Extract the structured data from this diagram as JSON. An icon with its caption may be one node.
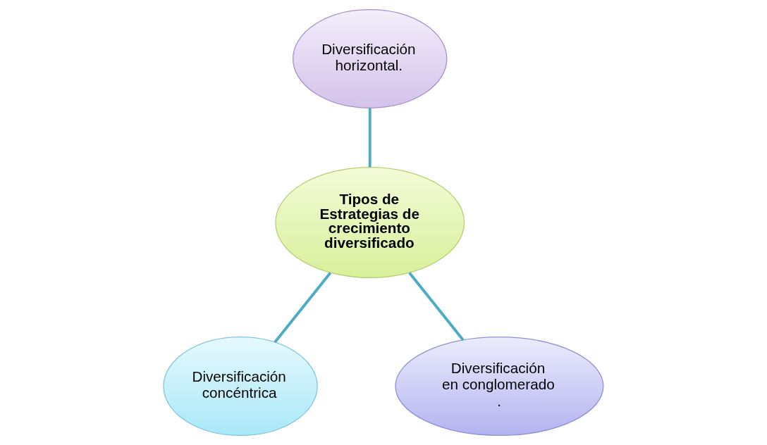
{
  "diagram": {
    "nodes": [
      {
        "text": [
          "Diversificación horizontal."
        ]
      },
      {
        "text": [
          "Tipos de Estrategias de crecimiento diversificado"
        ]
      },
      {
        "text": [
          "Diversificación concéntrica"
        ]
      },
      {
        "text": [
          "Diversificación en conglomerado ."
        ]
      }
    ],
    "edges": [
      {
        "from": 1,
        "to": 0,
        "arrow": "none"
      },
      {
        "from": 1,
        "to": 2,
        "arrow": "none"
      },
      {
        "from": 1,
        "to": 3,
        "arrow": "none"
      }
    ]
  }
}
